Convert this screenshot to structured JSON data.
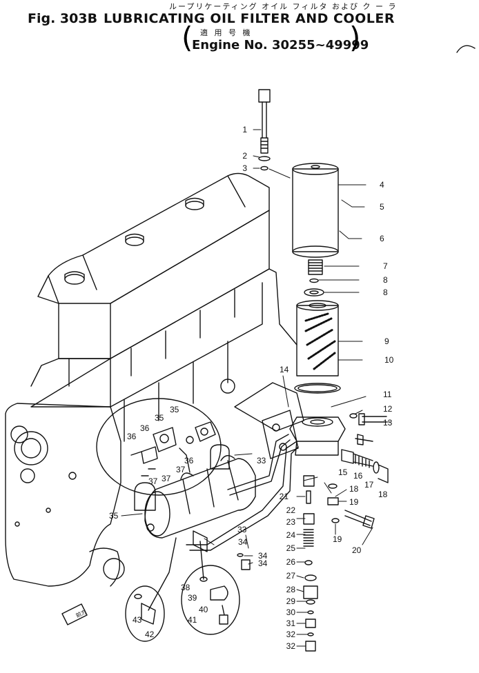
{
  "header": {
    "fig_number": "Fig. 303B",
    "title": "LUBRICATING   OIL   FILTER  AND  COOLER",
    "title_kana": "ループリケーティング オイル フィルタ および ク ー ラ",
    "applicability_kanji": "適 用 号 機",
    "engine_range": "Engine No. 30255~49999"
  },
  "direction_marker": "前方",
  "callouts": [
    "1",
    "2",
    "3",
    "4",
    "5",
    "6",
    "7",
    "8",
    "8",
    "9",
    "10",
    "11",
    "12",
    "13",
    "14",
    "15",
    "16",
    "17",
    "18",
    "18",
    "19",
    "19",
    "20",
    "21",
    "22",
    "23",
    "24",
    "25",
    "26",
    "27",
    "28",
    "29",
    "30",
    "31",
    "32",
    "32",
    "33",
    "33",
    "34",
    "34",
    "34",
    "35",
    "35",
    "35",
    "36",
    "36",
    "36",
    "37",
    "37",
    "37",
    "38",
    "39",
    "40",
    "41",
    "42",
    "43"
  ]
}
